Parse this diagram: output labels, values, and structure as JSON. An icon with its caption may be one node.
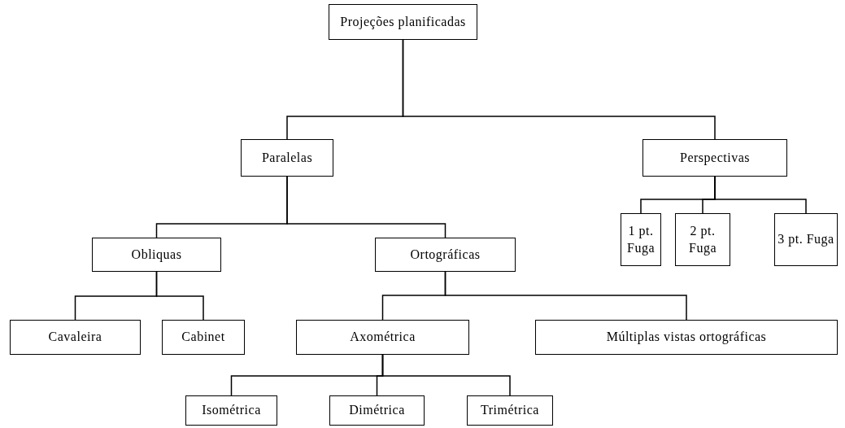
{
  "diagram": {
    "nodes": [
      {
        "text": [
          "Projeções planificadas"
        ]
      },
      {
        "text": [
          "Paralelas"
        ]
      },
      {
        "text": [
          "Perspectivas"
        ]
      },
      {
        "text": [
          "Obliquas"
        ]
      },
      {
        "text": [
          "Ortográficas"
        ]
      },
      {
        "text": [
          "1 pt. Fuga"
        ]
      },
      {
        "text": [
          "2 pt. Fuga"
        ]
      },
      {
        "text": [
          "3 pt. Fuga"
        ]
      },
      {
        "text": [
          "Cavaleira"
        ]
      },
      {
        "text": [
          "Cabinet"
        ]
      },
      {
        "text": [
          "Axométrica"
        ]
      },
      {
        "text": [
          "Múltiplas vistas ortográficas"
        ]
      },
      {
        "text": [
          "Isométrica"
        ]
      },
      {
        "text": [
          "Dimétrica"
        ]
      },
      {
        "text": [
          "Trimétrica"
        ]
      }
    ],
    "edges": [
      {
        "from": 0,
        "to": 1,
        "arrow": "none"
      },
      {
        "from": 0,
        "to": 2,
        "arrow": "none"
      },
      {
        "from": 1,
        "to": 3,
        "arrow": "none"
      },
      {
        "from": 1,
        "to": 4,
        "arrow": "none"
      },
      {
        "from": 2,
        "to": 5,
        "arrow": "none"
      },
      {
        "from": 2,
        "to": 6,
        "arrow": "none"
      },
      {
        "from": 2,
        "to": 7,
        "arrow": "none"
      },
      {
        "from": 3,
        "to": 8,
        "arrow": "none"
      },
      {
        "from": 3,
        "to": 9,
        "arrow": "none"
      },
      {
        "from": 4,
        "to": 10,
        "arrow": "none"
      },
      {
        "from": 4,
        "to": 11,
        "arrow": "none"
      },
      {
        "from": 10,
        "to": 12,
        "arrow": "none"
      },
      {
        "from": 10,
        "to": 13,
        "arrow": "none"
      },
      {
        "from": 10,
        "to": 14,
        "arrow": "none"
      }
    ]
  }
}
